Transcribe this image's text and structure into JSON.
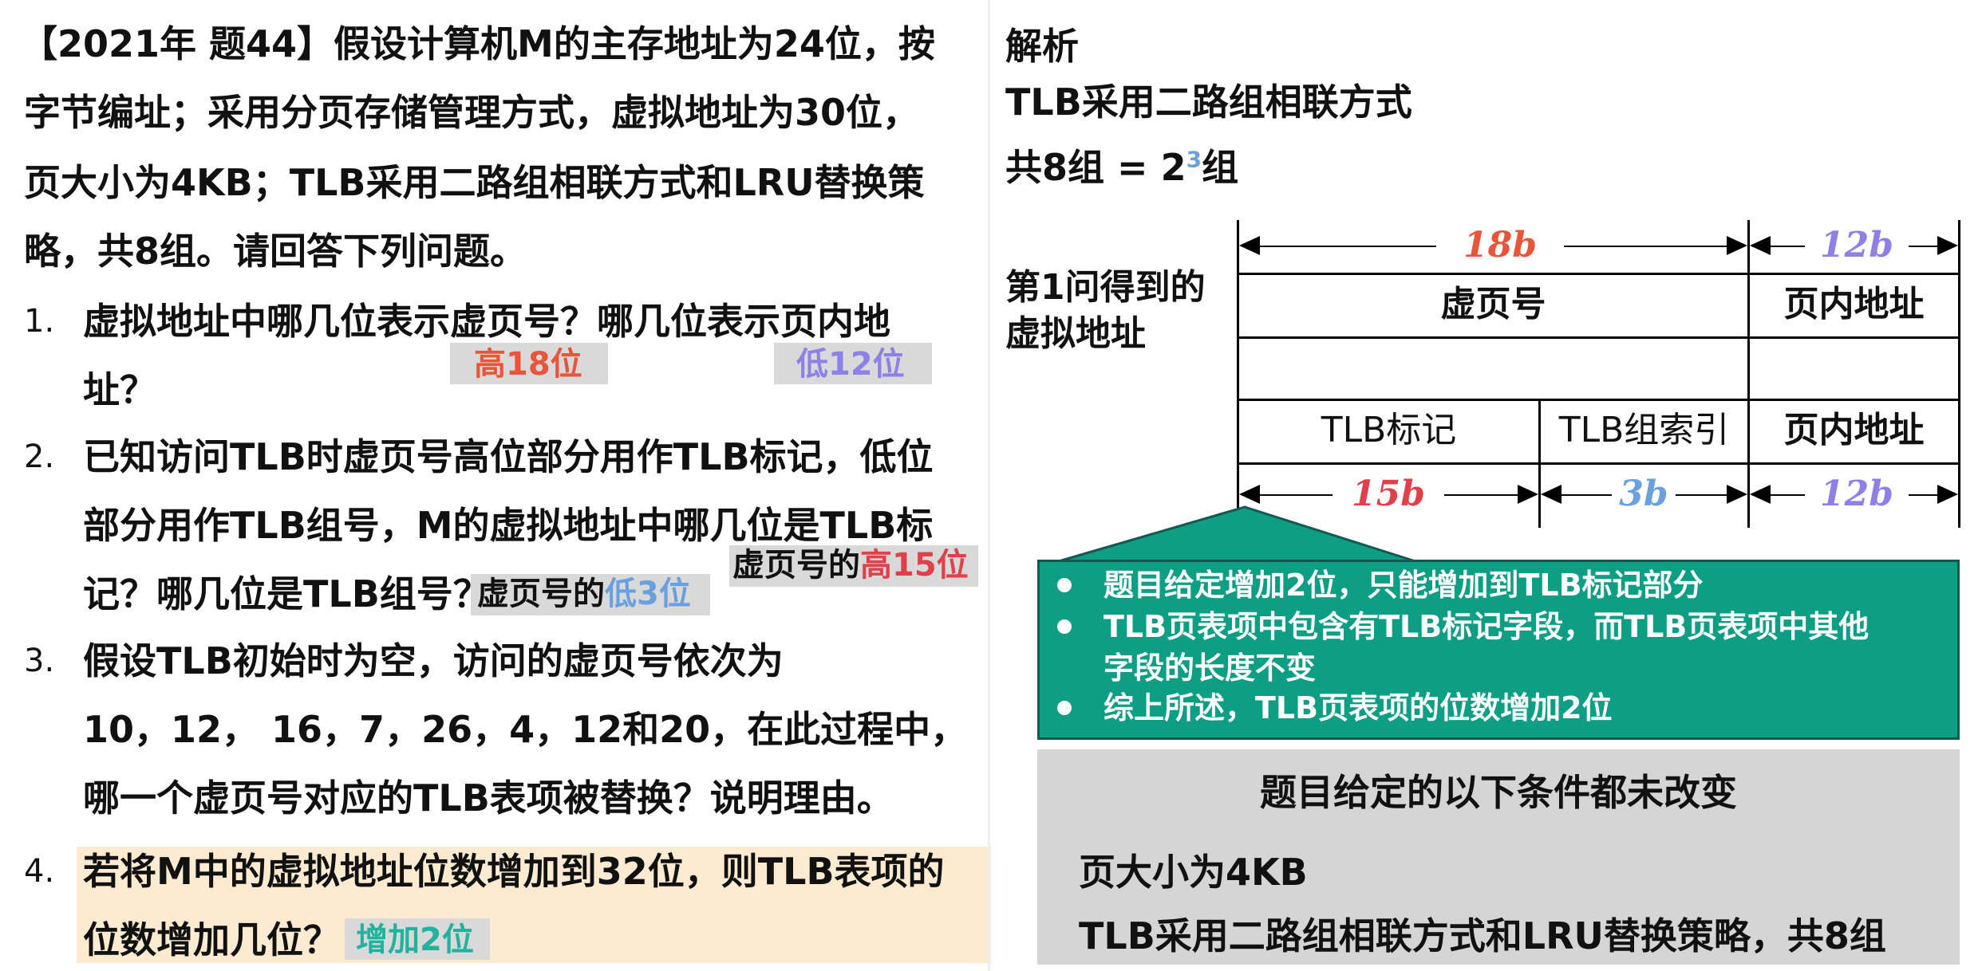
{
  "question": {
    "lines": [
      "【2021年  题44】假设计算机M的主存地址为24位，按",
      "字节编址；采用分页存储管理方式，虚拟地址为30位，",
      "页大小为4KB；TLB采用二路组相联方式和LRU替换策",
      "略，共8组。请回答下列问题。"
    ],
    "items": [
      {
        "number": "1.",
        "lines": [
          "虚拟地址中哪几位表示虚页号？哪几位表示页内地",
          "址？"
        ]
      },
      {
        "number": "2.",
        "lines": [
          "已知访问TLB时虚页号高位部分用作TLB标记，低位",
          "部分用作TLB组号，M的虚拟地址中哪几位是TLB标",
          "记？哪几位是TLB组号？"
        ]
      },
      {
        "number": "3.",
        "lines": [
          "假设TLB初始时为空，访问的虚页号依次为",
          "10，12， 16，7，26，4，12和20，在此过程中，",
          "哪一个虚页号对应的TLB表项被替换？说明理由。"
        ]
      },
      {
        "number": "4.",
        "lines": [
          "若将M中的虚拟地址位数增加到32位，则TLB表项的",
          "位数增加几位？"
        ]
      }
    ]
  },
  "answers": {
    "a1_high": "高18位",
    "a1_low": "低12位",
    "a2_tag_prefix": "虚页号的",
    "a2_tag_value": "高15位",
    "a2_index_prefix": "虚页号的",
    "a2_index_value": "低3位",
    "a4": "增加2位"
  },
  "analysis": {
    "title": "解析",
    "line1": "TLB采用二路组相联方式",
    "line2_prefix": "共8组 = 2",
    "line2_exp": "3",
    "line2_suffix": "组",
    "diagram_label_1": "第1问得到的",
    "diagram_label_2": "虚拟地址",
    "top_dims": [
      "18b",
      "12b"
    ],
    "row1": [
      "虚页号",
      "页内地址"
    ],
    "row3": [
      "TLB标记",
      "TLB组索引",
      "页内地址"
    ],
    "bottom_dims": [
      "15b",
      "3b",
      "12b"
    ]
  },
  "callout": {
    "bullets": [
      "题目给定增加2位，只能增加到TLB标记部分",
      "TLB页表项中包含有TLB标记字段，而TLB页表项中其他",
      "字段的长度不变",
      "综上所述，TLB页表项的位数增加2位"
    ]
  },
  "conditions": {
    "title": "题目给定的以下条件都未改变",
    "line1": "页大小为4KB",
    "line2": "TLB采用二路组相联方式和LRU替换策略，共8组"
  },
  "colors": {
    "orange": "#e8553a",
    "purple": "#8f80e8",
    "blue": "#6aa0de",
    "red": "#e0404a",
    "teal_box": "#0e9e84",
    "highlight_gray": "#d9d9d9",
    "highlight_yellow": "#fcebd1"
  }
}
